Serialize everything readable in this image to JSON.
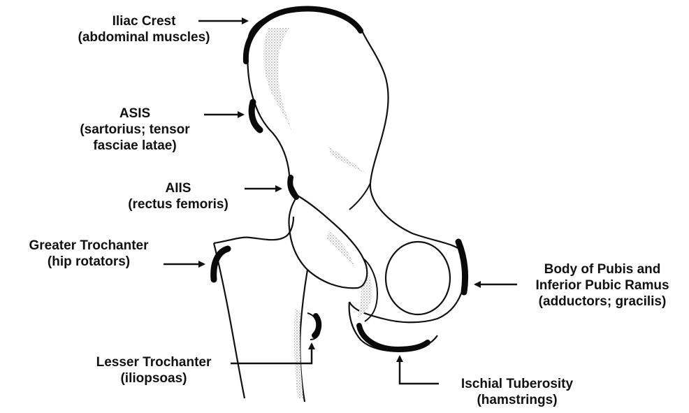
{
  "colors": {
    "ink": "#111111",
    "attachment": "#0a0a0a",
    "shading": "#c8c8c8",
    "background": "#ffffff"
  },
  "labels": {
    "iliac_crest": {
      "title": "Iliac Crest",
      "muscles": "(abdominal muscles)"
    },
    "asis": {
      "title": "ASIS",
      "muscles_1": "(sartorius; tensor",
      "muscles_2": "fasciae latae)"
    },
    "aiis": {
      "title": "AIIS",
      "muscles": "(rectus femoris)"
    },
    "greater_trochanter": {
      "title": "Greater Trochanter",
      "muscles": "(hip rotators)"
    },
    "lesser_trochanter": {
      "title": "Lesser Trochanter",
      "muscles": "(iliopsoas)"
    },
    "ischial_tuberosity": {
      "title": "Ischial Tuberosity",
      "muscles": "(hamstrings)"
    },
    "pubis": {
      "title_1": "Body of Pubis and",
      "title_2": "Inferior Pubic Ramus",
      "muscles": "(adductors; gracilis)"
    }
  }
}
